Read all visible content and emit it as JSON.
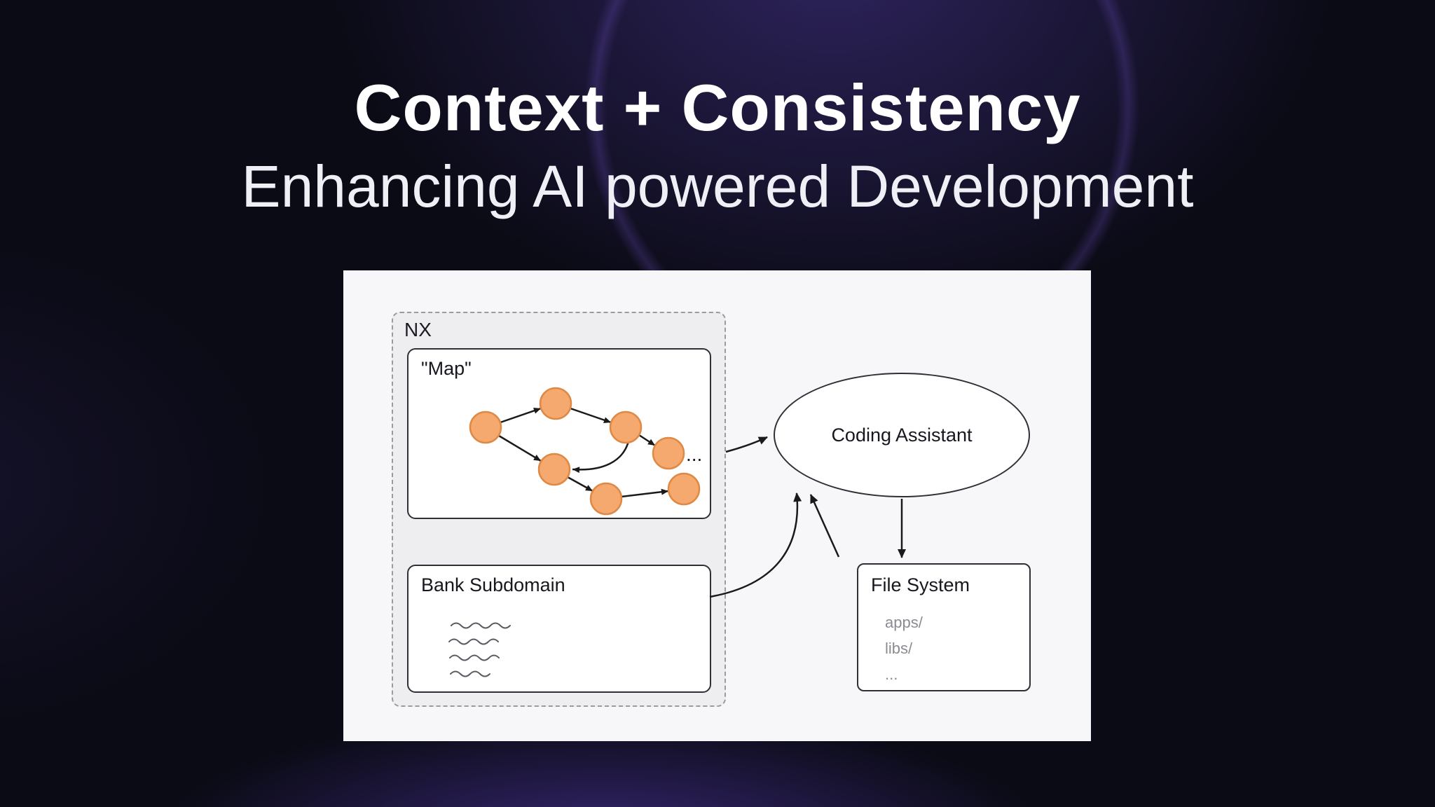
{
  "slide": {
    "title": "Context + Consistency",
    "subtitle": "Enhancing AI powered Development"
  },
  "diagram": {
    "nx": {
      "label": "NX"
    },
    "map": {
      "label": "\"Map\"",
      "ellipsis": "..."
    },
    "bank": {
      "label": "Bank Subdomain"
    },
    "assistant": {
      "label": "Coding Assistant"
    },
    "filesystem": {
      "label": "File System",
      "entries": [
        "apps/",
        "libs/",
        "..."
      ]
    },
    "colors": {
      "background": "#0b0b16",
      "glow_purple": "#4a3796",
      "panel": "#f7f7fa",
      "node_fill": "#f6a96e",
      "node_stroke": "#de8a46",
      "arrow": "#1a1a1a"
    }
  }
}
